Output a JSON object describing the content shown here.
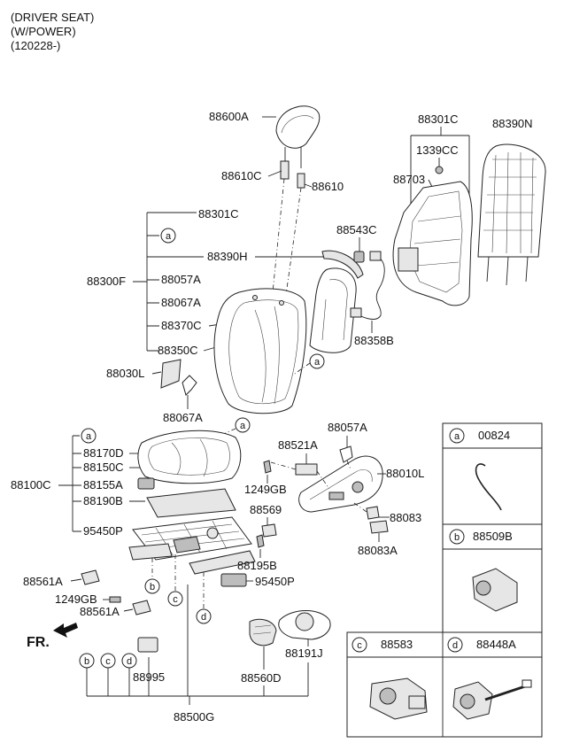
{
  "header": {
    "line1": "(DRIVER SEAT)",
    "line2": "(W/POWER)",
    "line3": "(120228-)"
  },
  "labels": {
    "p88600A": "88600A",
    "p88610C": "88610C",
    "p88610": "88610",
    "p88301C_top": "88301C",
    "p88390N": "88390N",
    "p1339CC": "1339CC",
    "p88703": "88703",
    "p88301C_left": "88301C",
    "p88543C": "88543C",
    "p88390H": "88390H",
    "p88300F": "88300F",
    "p88057A_back": "88057A",
    "p88067A_list": "88067A",
    "p88370C": "88370C",
    "p88350C": "88350C",
    "p88358B": "88358B",
    "p88030L": "88030L",
    "p88067A_part": "88067A",
    "p88170D": "88170D",
    "p88150C": "88150C",
    "p88100C": "88100C",
    "p88155A": "88155A",
    "p88190B": "88190B",
    "p95450P_list": "95450P",
    "p88521A": "88521A",
    "p88057A_side": "88057A",
    "p88010L": "88010L",
    "p1249GB_right": "1249GB",
    "p88569": "88569",
    "p88083": "88083",
    "p88083A": "88083A",
    "p88195B": "88195B",
    "p95450P_part": "95450P",
    "p88561A_top": "88561A",
    "p1249GB_left": "1249GB",
    "p88561A_bottom": "88561A",
    "p88995": "88995",
    "p88560D": "88560D",
    "p88191J": "88191J",
    "p88500G": "88500G",
    "fr": "FR."
  },
  "callouts": {
    "a": "a",
    "b": "b",
    "c": "c",
    "d": "d"
  },
  "legend": {
    "a_code": "00824",
    "b_code": "88509B",
    "c_code": "88583",
    "d_code": "88448A"
  }
}
